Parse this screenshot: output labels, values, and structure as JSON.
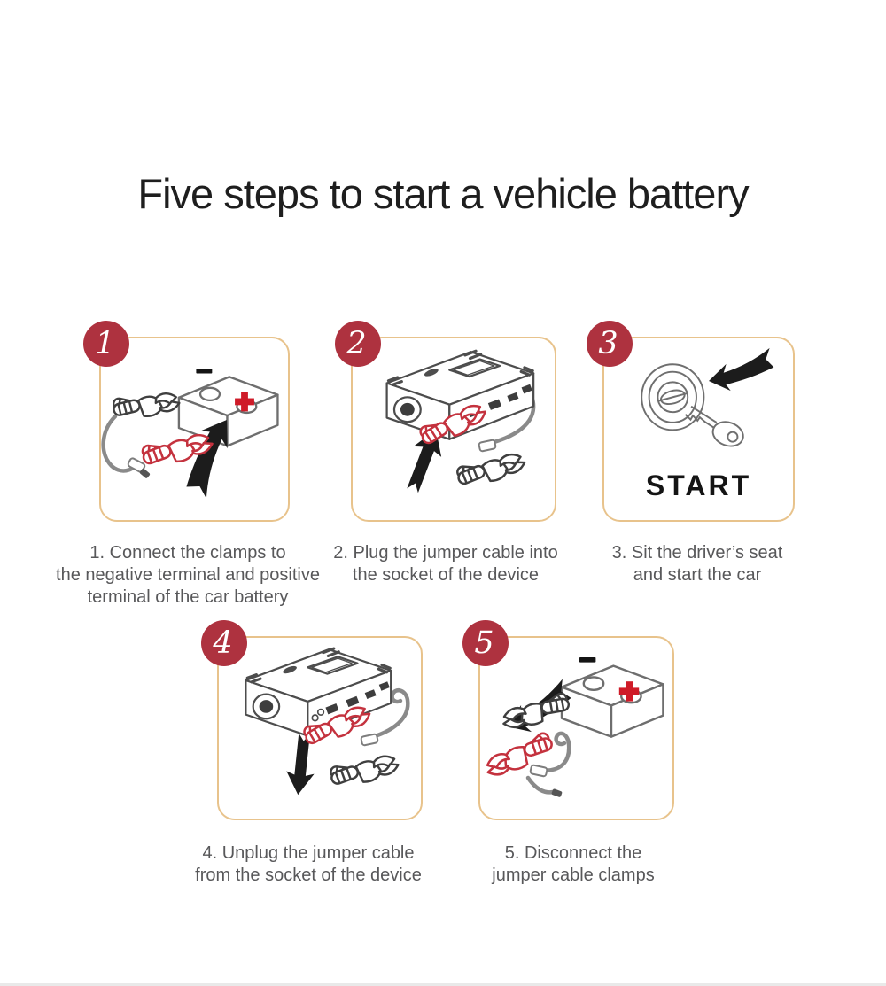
{
  "title": "Five steps to start a vehicle battery",
  "colors": {
    "badge_red": "#ae323f",
    "card_border_tan": "#e8c38c",
    "caption_gray": "#58585a",
    "clamp_red": "#c4323e",
    "clamp_black": "#3f3f3f",
    "plus_sign_red": "#cf1b28",
    "arrow_black": "#1c1c1c",
    "line_gray": "#6e6e6e"
  },
  "steps": [
    {
      "number": "1",
      "caption": "1. Connect the clamps to the negative terminal and positive terminal of the car battery",
      "caption_lines": [
        "1. Connect the clamps to",
        "the negative terminal and positive",
        "terminal of the car battery"
      ],
      "illustration": "jumper-clamps-connecting-to-car-battery-terminals"
    },
    {
      "number": "2",
      "caption": "2. Plug the jumper cable into the socket of the device",
      "caption_lines": [
        "2. Plug the jumper cable into",
        "the socket of the device"
      ],
      "illustration": "jumper-cable-plugging-into-jump-starter-device"
    },
    {
      "number": "3",
      "caption": "3. Sit the driver’s seat and start the car",
      "caption_lines": [
        "3. Sit the driver’s seat",
        "and start the car"
      ],
      "illustration": "ignition-lock-with-key-turning",
      "start_label": "START"
    },
    {
      "number": "4",
      "caption": "4. Unplug the jumper cable from the socket of the device",
      "caption_lines": [
        "4. Unplug the jumper cable",
        "from the socket of the device"
      ],
      "illustration": "jumper-cable-unplugging-from-jump-starter-device"
    },
    {
      "number": "5",
      "caption": "5. Disconnect the jumper cable clamps",
      "caption_lines": [
        "5. Disconnect the",
        "jumper cable clamps"
      ],
      "illustration": "jumper-clamps-disconnecting-from-car-battery"
    }
  ]
}
